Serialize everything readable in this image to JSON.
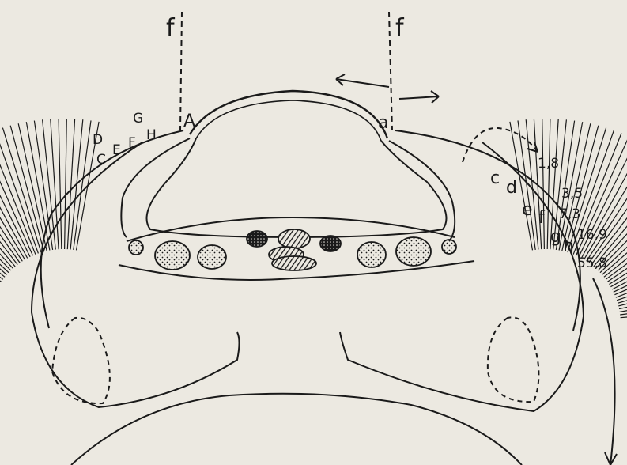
{
  "labels": {
    "f_left": "f",
    "f_right": "f",
    "A": "A",
    "a": "a",
    "D": "D",
    "C": "C",
    "E": "E",
    "F": "F",
    "G": "G",
    "H": "H",
    "c": "c",
    "d": "d",
    "e": "e",
    "f_small": "f",
    "g": "g",
    "h": "h"
  },
  "values": {
    "v1": "1,8",
    "v2": "3,5",
    "v3": "7,3",
    "v4": "16,9",
    "v5": "55,8"
  },
  "colors": {
    "paper": "#ece9e1",
    "ink": "#1a1a1a"
  }
}
